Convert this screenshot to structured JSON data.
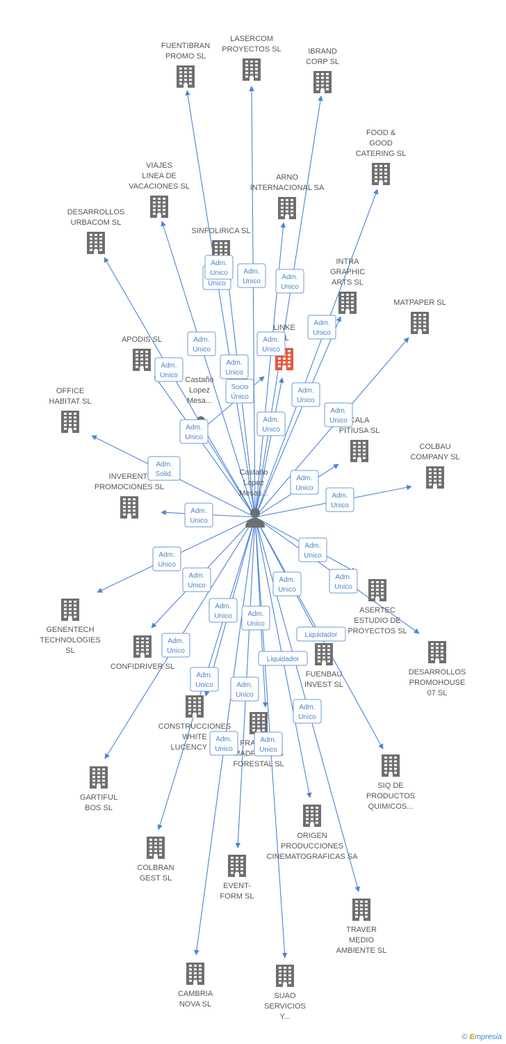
{
  "colors": {
    "company": "#6f6f6f",
    "highlight": "#e8573a",
    "edge": "#4a84d8",
    "label": "#4a84c8"
  },
  "icons": {
    "company": "building-icon",
    "person": "person-icon"
  },
  "footer": {
    "copyright": "©",
    "brand_first": "E",
    "brand_rest": "mpresia"
  },
  "persons": [
    {
      "id": "main",
      "lines": [
        "Castaño",
        "Lopez",
        "Mesas..."
      ]
    },
    {
      "id": "other",
      "lines": [
        "Castaño",
        "Lopez",
        "Mesa..."
      ]
    }
  ],
  "companies": [
    {
      "id": "fuentibran",
      "lines": [
        "FUENTIBRAN",
        "PROMO SL"
      ]
    },
    {
      "id": "lasercom",
      "lines": [
        "LASERCOM",
        "PROYECTOS SL"
      ]
    },
    {
      "id": "ibrand",
      "lines": [
        "IBRAND",
        "CORP SL"
      ]
    },
    {
      "id": "food",
      "lines": [
        "FOOD &",
        "GOOD",
        "CATERING SL"
      ]
    },
    {
      "id": "viajes",
      "lines": [
        "VIAJES",
        "LINEA DE",
        "VACACIONES SL"
      ]
    },
    {
      "id": "arno",
      "lines": [
        "ARNO",
        "INTERNACIONAL SA"
      ]
    },
    {
      "id": "desurbacom",
      "lines": [
        "DESARROLLOS",
        "URBACOM SL"
      ]
    },
    {
      "id": "sinfolirica",
      "lines": [
        "SINFOLIRICA SL"
      ]
    },
    {
      "id": "intra",
      "lines": [
        "INTRA",
        "GRAPHIC",
        "ARTS  SL"
      ]
    },
    {
      "id": "matpaper",
      "lines": [
        "MATPAPER SL"
      ]
    },
    {
      "id": "linke",
      "lines": [
        "LINKE",
        "SL"
      ]
    },
    {
      "id": "apodis",
      "lines": [
        "APODIS SL"
      ]
    },
    {
      "id": "office",
      "lines": [
        "OFFICE",
        "HABITAT SL"
      ]
    },
    {
      "id": "cala",
      "lines": [
        "CALA",
        "PITIUSA SL"
      ]
    },
    {
      "id": "colbau",
      "lines": [
        "COLBAU",
        "COMPANY SL"
      ]
    },
    {
      "id": "inverent",
      "lines": [
        "INVERENT-",
        "PROMOCIONES SL"
      ]
    },
    {
      "id": "asertec",
      "lines": [
        "ASERTEC",
        "ESTUDIO DE",
        "PROYECTOS SL"
      ]
    },
    {
      "id": "genentech",
      "lines": [
        "GENENTECH",
        "TECHNOLOGIES",
        "SL"
      ]
    },
    {
      "id": "despromohouse",
      "lines": [
        "DESARROLLOS",
        "PROMOHOUSE",
        "07 SL"
      ]
    },
    {
      "id": "confidriver",
      "lines": [
        "CONFIDRIVER SL"
      ]
    },
    {
      "id": "fuenbau",
      "lines": [
        "FUENBAU",
        "INVEST SL"
      ]
    },
    {
      "id": "construcciones",
      "lines": [
        "CONSTRUCCIONES",
        "WHITE",
        "LUCENCY SL"
      ]
    },
    {
      "id": "fraguas",
      "lines": [
        "FRAGUAS",
        "MADRILEÑAS",
        "FORESTAL SL"
      ]
    },
    {
      "id": "siq",
      "lines": [
        "SIQ DE",
        "PRODUCTOS",
        "QUIMICOS..."
      ]
    },
    {
      "id": "gartiful",
      "lines": [
        "GARTIFUL",
        "BOS  SL"
      ]
    },
    {
      "id": "origen",
      "lines": [
        "ORIGEN",
        "PRODUCCIONES",
        "CINEMATOGRAFICAS SA"
      ]
    },
    {
      "id": "colbran",
      "lines": [
        "COLBRAN",
        "GEST SL"
      ]
    },
    {
      "id": "event",
      "lines": [
        "EVENT-",
        "FORM SL"
      ]
    },
    {
      "id": "traver",
      "lines": [
        "TRAVER",
        "MEDIO",
        "AMBIENTE SL"
      ]
    },
    {
      "id": "cambria",
      "lines": [
        "CAMBRIA",
        "NOVA SL"
      ]
    },
    {
      "id": "suao",
      "lines": [
        "SUAO",
        "SERVICIOS",
        "Y..."
      ]
    }
  ],
  "edges": [
    {
      "from": "main",
      "to": "fuentibran",
      "lines": [
        "Adm.",
        "Unico"
      ]
    },
    {
      "from": "main",
      "to": "lasercom",
      "lines": [
        "Adm.",
        "Unico"
      ]
    },
    {
      "from": "main",
      "to": "ibrand",
      "lines": [
        "Adm.",
        "Unico"
      ]
    },
    {
      "from": "main",
      "to": "food",
      "lines": [
        "Adm.",
        "Unico"
      ]
    },
    {
      "from": "main",
      "to": "viajes",
      "lines": [
        "Adm.",
        "Unico"
      ]
    },
    {
      "from": "main",
      "to": "arno",
      "lines": [
        "Adm.",
        "Unico"
      ]
    },
    {
      "from": "main",
      "to": "desurbacom",
      "lines": [
        "Adm.",
        "Unico"
      ]
    },
    {
      "from": "main",
      "to": "linke",
      "lines": [
        "Adm.",
        "Unico"
      ]
    },
    {
      "from": "other",
      "to": "linke",
      "lines": [
        "Socio",
        "Único"
      ]
    },
    {
      "from": "main",
      "to": "intra",
      "lines": [
        "Adm.",
        "Unico"
      ]
    },
    {
      "from": "main",
      "to": "matpaper",
      "lines": [
        "Adm.",
        "Unico"
      ]
    },
    {
      "from": "main",
      "to": "apodis",
      "lines": [
        "Adm.",
        "Unico"
      ]
    },
    {
      "from": "main",
      "to": "office",
      "lines": [
        "Adm.",
        "Solid."
      ]
    },
    {
      "from": "main",
      "to": "cala",
      "lines": [
        "Adm.",
        "Unico"
      ]
    },
    {
      "from": "main",
      "to": "colbau",
      "lines": [
        "Adm.",
        "Unico"
      ]
    },
    {
      "from": "main",
      "to": "inverent",
      "lines": [
        "Adm.",
        "Unico"
      ]
    },
    {
      "from": "main",
      "to": "asertec",
      "lines": [
        "Adm.",
        "Unico"
      ]
    },
    {
      "from": "main",
      "to": "despromohouse",
      "lines": [
        "Adm.",
        "Unico"
      ]
    },
    {
      "from": "main",
      "to": "genentech",
      "lines": [
        "Adm.",
        "Unico"
      ]
    },
    {
      "from": "main",
      "to": "confidriver",
      "lines": [
        "Adm.",
        "Unico"
      ]
    },
    {
      "from": "main",
      "to": "fuenbau",
      "lines": [
        "Liquidador"
      ]
    },
    {
      "from": "main",
      "to": "siq",
      "lines": [
        "Liquidador"
      ]
    },
    {
      "from": "main",
      "to": "construcciones",
      "lines": [
        "Adm.",
        "Unico"
      ]
    },
    {
      "from": "main",
      "to": "fraguas",
      "lines": [
        "Adm.",
        "Unico"
      ]
    },
    {
      "from": "main",
      "to": "gartiful",
      "lines": [
        "Adm.",
        "Unico"
      ]
    },
    {
      "from": "main",
      "to": "origen",
      "lines": [
        "Adm.",
        "Unico"
      ]
    },
    {
      "from": "main",
      "to": "colbran",
      "lines": [
        "Adm.",
        "Unico"
      ]
    },
    {
      "from": "main",
      "to": "event",
      "lines": [
        "Adm.",
        "Unico"
      ]
    },
    {
      "from": "main",
      "to": "traver",
      "lines": [
        "Adm.",
        "Unico"
      ]
    },
    {
      "from": "main",
      "to": "cambria",
      "lines": [
        "Adm.",
        "Unico"
      ]
    },
    {
      "from": "main",
      "to": "suao",
      "lines": [
        "Adm.",
        "Unico"
      ]
    },
    {
      "from": "main",
      "to": "other",
      "lines": [
        "Adm.",
        "Unico"
      ]
    },
    {
      "from": "main",
      "to": "sinfolirica",
      "lines": [
        "Adm.",
        "Unico"
      ]
    }
  ]
}
